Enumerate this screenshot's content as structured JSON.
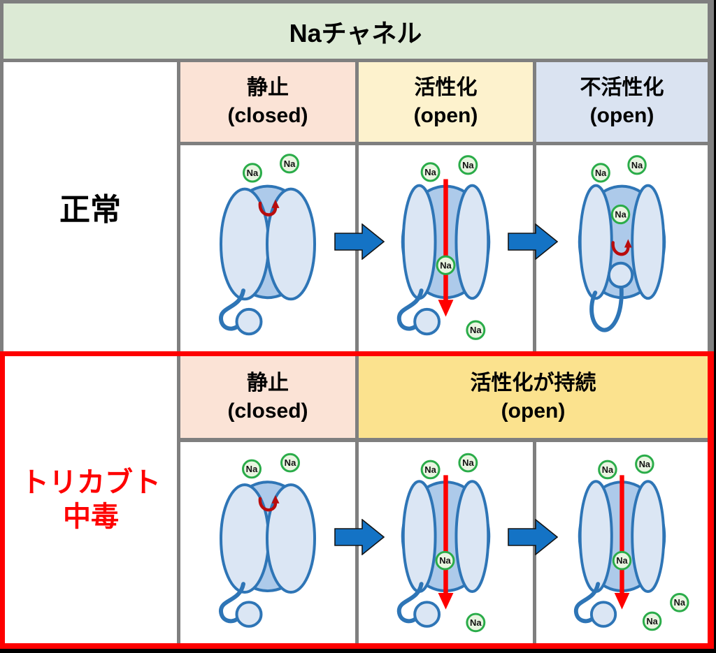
{
  "title": "Naチャネル",
  "na_label": "Na",
  "colors": {
    "header_green": "#dcead5",
    "peach": "#fbe3d6",
    "yellow_light": "#fdf2cd",
    "yellow_deep": "#fbe28e",
    "blue_light": "#dae3f1",
    "grid_gray": "#7f7f7f",
    "accent_red": "#fe0000",
    "arrow_blue": "#1473c5",
    "channel_stroke": "#2e75b6",
    "channel_back": "#adcaea",
    "channel_front": "#dbe6f4",
    "na_fill": "#e9f5e1",
    "na_stroke": "#2aac49",
    "u_arrow_red": "#b90c0c",
    "label_red": "#fe0000",
    "text_black": "#000000"
  },
  "rows": [
    {
      "label": "正常",
      "headers": [
        {
          "jp": "静止",
          "en": "(closed)"
        },
        {
          "jp": "活性化",
          "en": "(open)"
        },
        {
          "jp": "不活性化",
          "en": "(open)"
        }
      ],
      "cells": [
        {
          "state": "closed",
          "na": [
            [
              103,
              39
            ],
            [
              156,
              26
            ]
          ]
        },
        {
          "state": "open",
          "na": [
            [
              103,
              38
            ],
            [
              157,
              28
            ],
            [
              125,
              170
            ],
            [
              168,
              262
            ]
          ]
        },
        {
          "state": "inactivated",
          "na": [
            [
              94,
              39
            ],
            [
              147,
              28
            ],
            [
              123,
              98
            ]
          ]
        }
      ]
    },
    {
      "label_line1": "トリカブト",
      "label_line2": "中毒",
      "headers": [
        {
          "jp": "静止",
          "en": "(closed)"
        },
        {
          "jp": "活性化が持続",
          "en": "(open)"
        }
      ],
      "cells": [
        {
          "state": "closed",
          "na": [
            [
              102,
              39
            ],
            [
              157,
              30
            ]
          ]
        },
        {
          "state": "open",
          "na": [
            [
              103,
              40
            ],
            [
              157,
              30
            ],
            [
              124,
              172
            ],
            [
              168,
              262
            ]
          ]
        },
        {
          "state": "open",
          "na": [
            [
              104,
              40
            ],
            [
              158,
              32
            ],
            [
              125,
              172
            ],
            [
              209,
              233
            ],
            [
              169,
              260
            ]
          ]
        }
      ]
    }
  ]
}
